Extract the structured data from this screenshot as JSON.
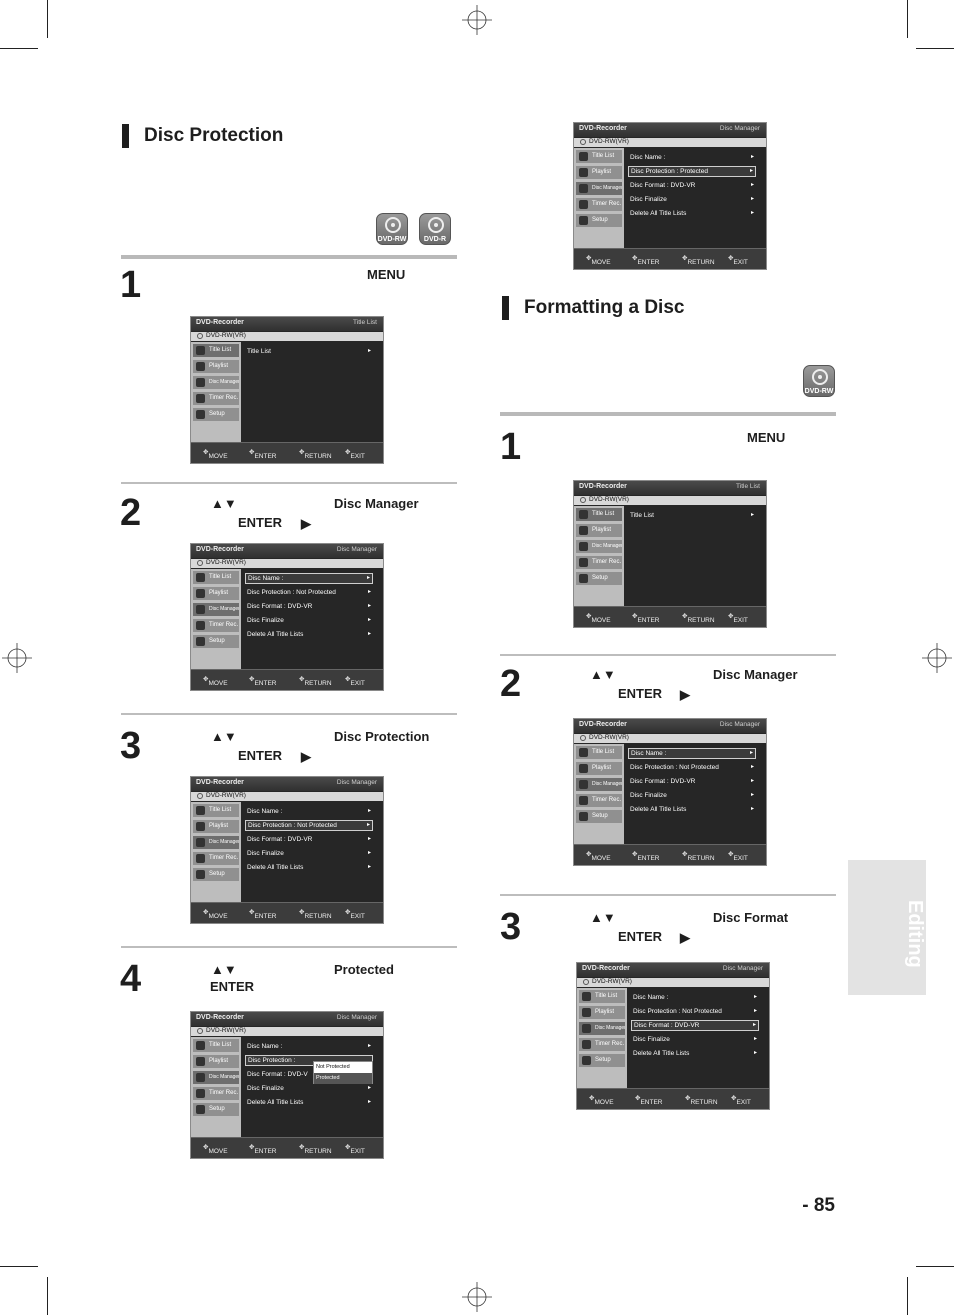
{
  "osd_default": {
    "brand": "DVD-Recorder",
    "disc_type": "DVD-RW(VR)",
    "menu": [
      "Title List",
      "Playlist",
      "Disc Manager",
      "Timer Rec.",
      "Setup"
    ],
    "footer": [
      "MOVE",
      "ENTER",
      "RETURN",
      "EXIT"
    ]
  },
  "left": {
    "title": "Disc Protection",
    "badges": [
      "DVD-RW",
      "DVD-R"
    ],
    "steps": [
      {
        "num": "1",
        "keys": [
          "MENU"
        ]
      },
      {
        "num": "2",
        "keys": [
          "▲▼",
          "Disc Manager",
          "ENTER",
          "▶"
        ]
      },
      {
        "num": "3",
        "keys": [
          "▲▼",
          "Disc Protection",
          "ENTER",
          "▶"
        ]
      },
      {
        "num": "4",
        "keys": [
          "▲▼",
          "Protected",
          "ENTER"
        ]
      }
    ]
  },
  "right": {
    "title": "Formatting a Disc",
    "badges": [
      "DVD-RW"
    ],
    "steps": [
      {
        "num": "1",
        "keys": [
          "MENU"
        ]
      },
      {
        "num": "2",
        "keys": [
          "▲▼",
          "Disc Manager",
          "ENTER",
          "▶"
        ]
      },
      {
        "num": "3",
        "keys": [
          "▲▼",
          "Disc Format",
          "ENTER",
          "▶"
        ]
      }
    ]
  },
  "screens": {
    "s_top": {
      "header_right": "Disc Manager",
      "items": [
        "Disc Name :",
        "Disc Protection : Protected",
        "Disc Format : DVD-VR",
        "Disc Finalize",
        "Delete All Title Lists"
      ],
      "selected": 1,
      "active_menu": 2
    },
    "l1": {
      "header_right": "Title List",
      "items": [
        "Title List"
      ],
      "selected": -1,
      "active_menu": 0
    },
    "l2": {
      "header_right": "Disc Manager",
      "items": [
        "Disc Name :",
        "Disc Protection : Not Protected",
        "Disc Format : DVD-VR",
        "Disc Finalize",
        "Delete All Title Lists"
      ],
      "selected": 0,
      "active_menu": 2
    },
    "l3": {
      "header_right": "Disc Manager",
      "items": [
        "Disc Name :",
        "Disc Protection : Not Protected",
        "Disc Format : DVD-VR",
        "Disc Finalize",
        "Delete All Title Lists"
      ],
      "selected": 1,
      "active_menu": 2
    },
    "l4": {
      "header_right": "Disc Manager",
      "items": [
        "Disc Name :",
        "Disc Protection :",
        "Disc Format : DVD-V",
        "Disc Finalize",
        "Delete All Title Lists"
      ],
      "selected": 1,
      "active_menu": 2,
      "popup": [
        "Not Protected",
        "Protected"
      ],
      "popup_selected": 1
    },
    "r1": {
      "header_right": "Title List",
      "items": [
        "Title List"
      ],
      "selected": -1,
      "active_menu": 0
    },
    "r2": {
      "header_right": "Disc Manager",
      "items": [
        "Disc Name :",
        "Disc Protection : Not Protected",
        "Disc Format : DVD-VR",
        "Disc Finalize",
        "Delete All Title Lists"
      ],
      "selected": 0,
      "active_menu": 2
    },
    "r3": {
      "header_right": "Disc Manager",
      "items": [
        "Disc Name :",
        "Disc Protection : Not Protected",
        "Disc Format : DVD-VR",
        "Disc Finalize",
        "Delete All Title Lists"
      ],
      "selected": 2,
      "active_menu": 2
    }
  },
  "side_tab": "Editing",
  "page_number": "- 85"
}
